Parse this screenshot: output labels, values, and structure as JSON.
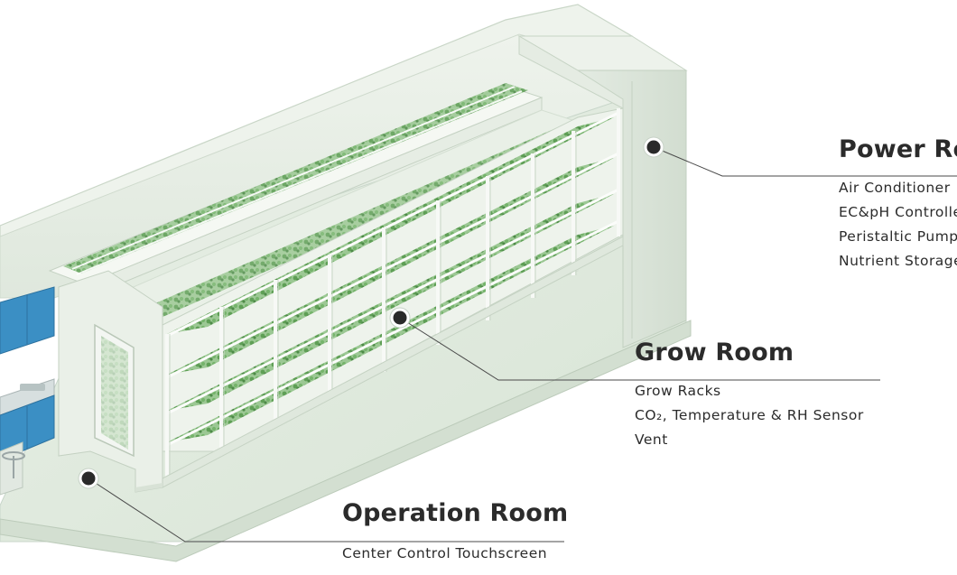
{
  "callouts": {
    "power_room": {
      "title": "Power Room",
      "items": [
        "Air Conditioner",
        "EC&pH Controller",
        "Peristaltic Pump",
        "Nutrient Storage"
      ]
    },
    "grow_room": {
      "title": "Grow Room",
      "items": [
        "Grow Racks",
        "CO₂, Temperature & RH Sensor",
        "Vent"
      ]
    },
    "operation_room": {
      "title": "Operation Room",
      "items": [
        "Center Control Touchscreen"
      ]
    }
  },
  "colors": {
    "container_wall": "#e6efe7",
    "container_edge": "#c8d6ca",
    "rack_frame": "#f4f7f3",
    "plant_green": "#6fae66",
    "cabinet_blue": "#3b8fc4",
    "leader_line": "#4a4a4a",
    "marker_dot": "#2a2a2a",
    "text": "#2b2b2b"
  }
}
